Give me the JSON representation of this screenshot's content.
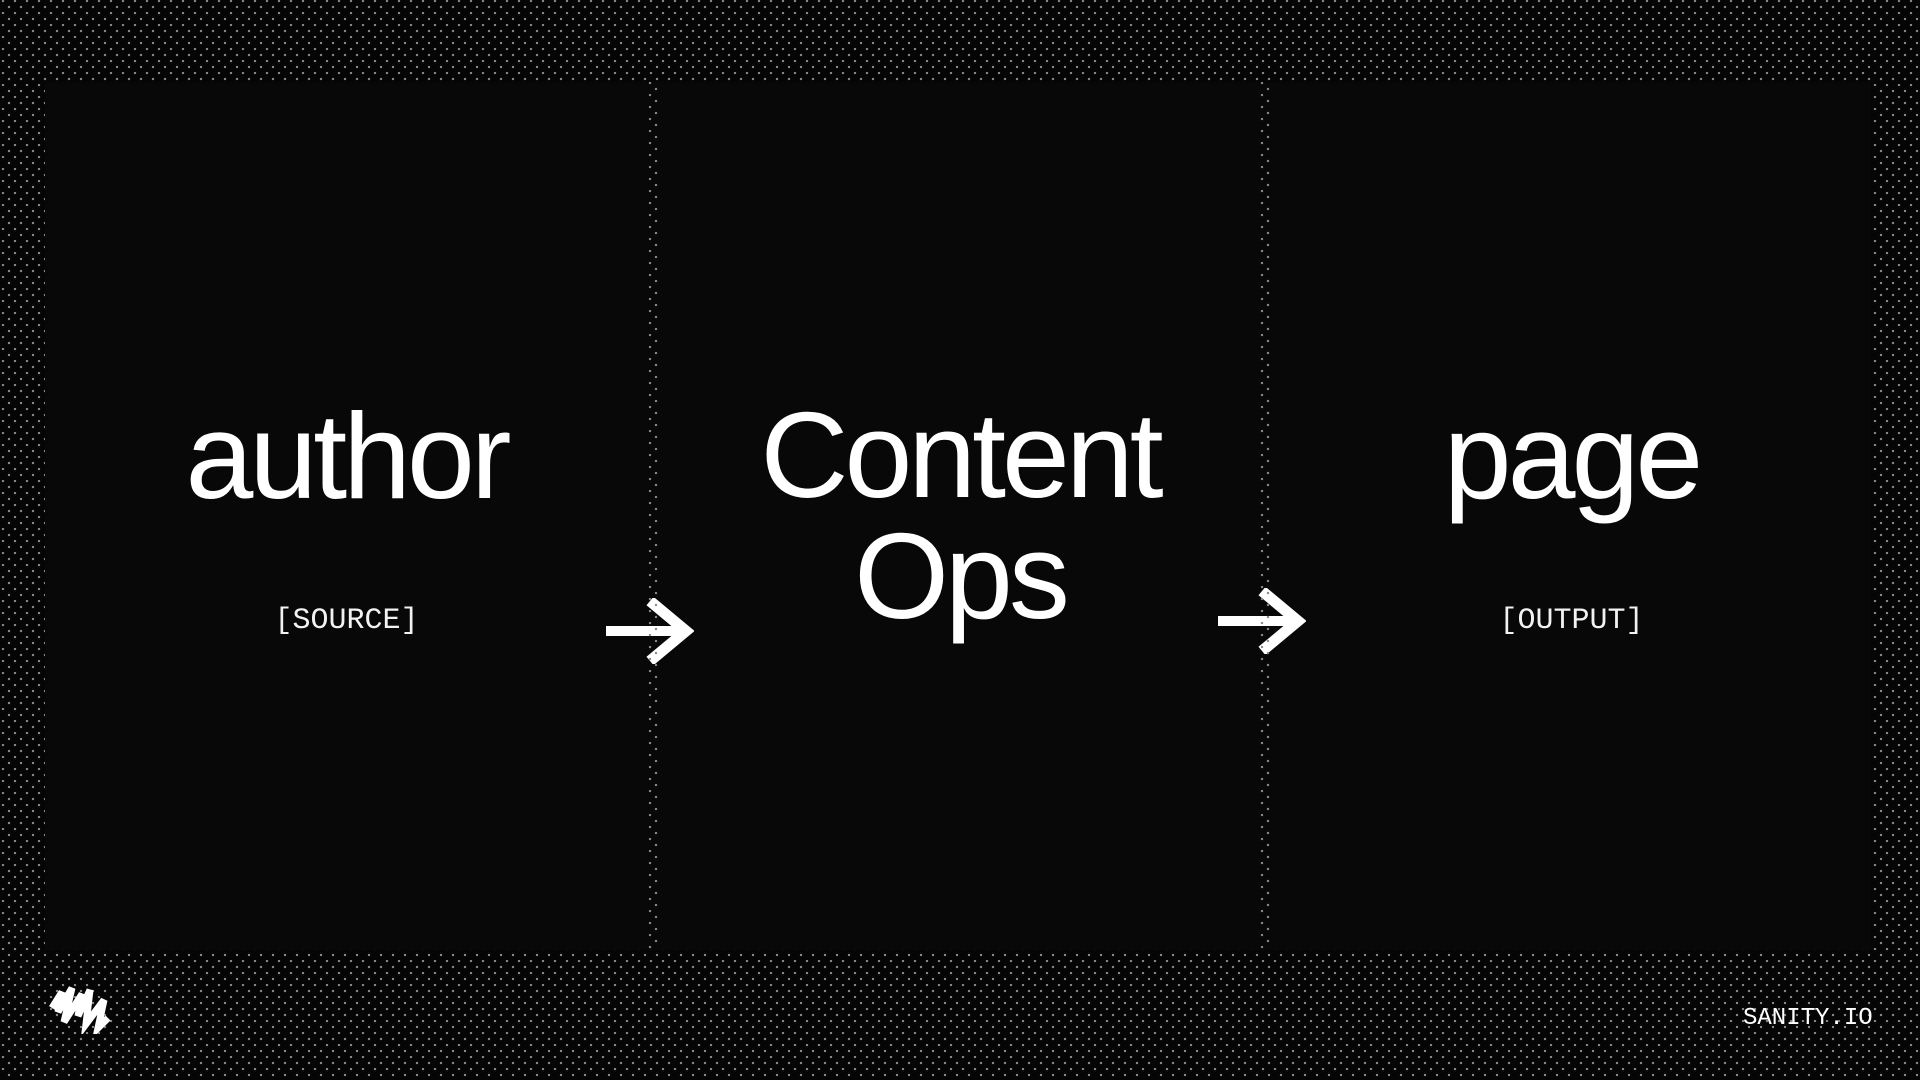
{
  "slide": {
    "columns": [
      {
        "title": "author",
        "label": "[SOURCE]"
      },
      {
        "title_lines": [
          "Content",
          "Ops"
        ]
      },
      {
        "title": "page",
        "label": "[OUTPUT]"
      }
    ],
    "arrows": [
      "arrow-right-icon",
      "arrow-right-icon"
    ]
  },
  "footer": {
    "logo": "sanity-logo-icon",
    "brand": "SANITY.IO"
  },
  "colors": {
    "background": "#050505",
    "panel": "#080808",
    "dots": "#8a8a8a",
    "text": "#ffffff"
  }
}
